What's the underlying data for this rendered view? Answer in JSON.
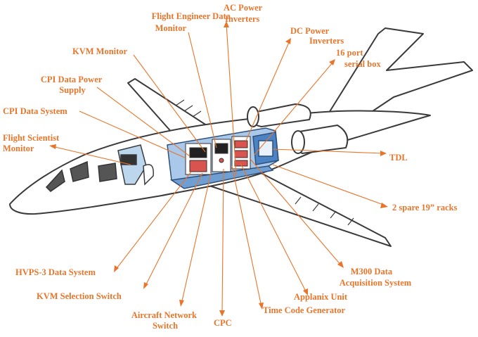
{
  "colors": {
    "label": "#e8752a",
    "leader": "#e8752a",
    "outline": "#3a3a3a",
    "cabin_fill": "#9cc0e6",
    "cabin_dark": "#3f7fc6",
    "rack_red": "#d9534f"
  },
  "labels": {
    "flight_engineer_monitor": [
      "Flight Engineer Data",
      "Monitor"
    ],
    "ac_power_inverters": [
      "AC Power",
      "Inverters"
    ],
    "dc_power_inverters": [
      "DC Power",
      "Inverters"
    ],
    "serial_box": [
      "16 port",
      "serial box"
    ],
    "kvm_monitor": [
      "KVM Monitor"
    ],
    "cpi_data_power_supply": [
      "CPI Data Power",
      "Supply"
    ],
    "cpi_data_system": [
      "CPI Data System"
    ],
    "flight_scientist_monitor": [
      "Flight Scientist",
      "Monitor"
    ],
    "tdl": [
      "TDL"
    ],
    "spare_racks": [
      "2 spare 19” racks"
    ],
    "hvps3_data_system": [
      "HVPS-3 Data System"
    ],
    "kvm_selection_switch": [
      "KVM Selection Switch"
    ],
    "aircraft_network_switch": [
      "Aircraft Network",
      "Switch"
    ],
    "cpc": [
      "CPC"
    ],
    "time_code_generator": [
      "Time Code Generator"
    ],
    "applanix_unit": [
      "Applanix Unit"
    ],
    "m300_data_acquisition": [
      "M300 Data",
      "Acquisition System"
    ]
  }
}
